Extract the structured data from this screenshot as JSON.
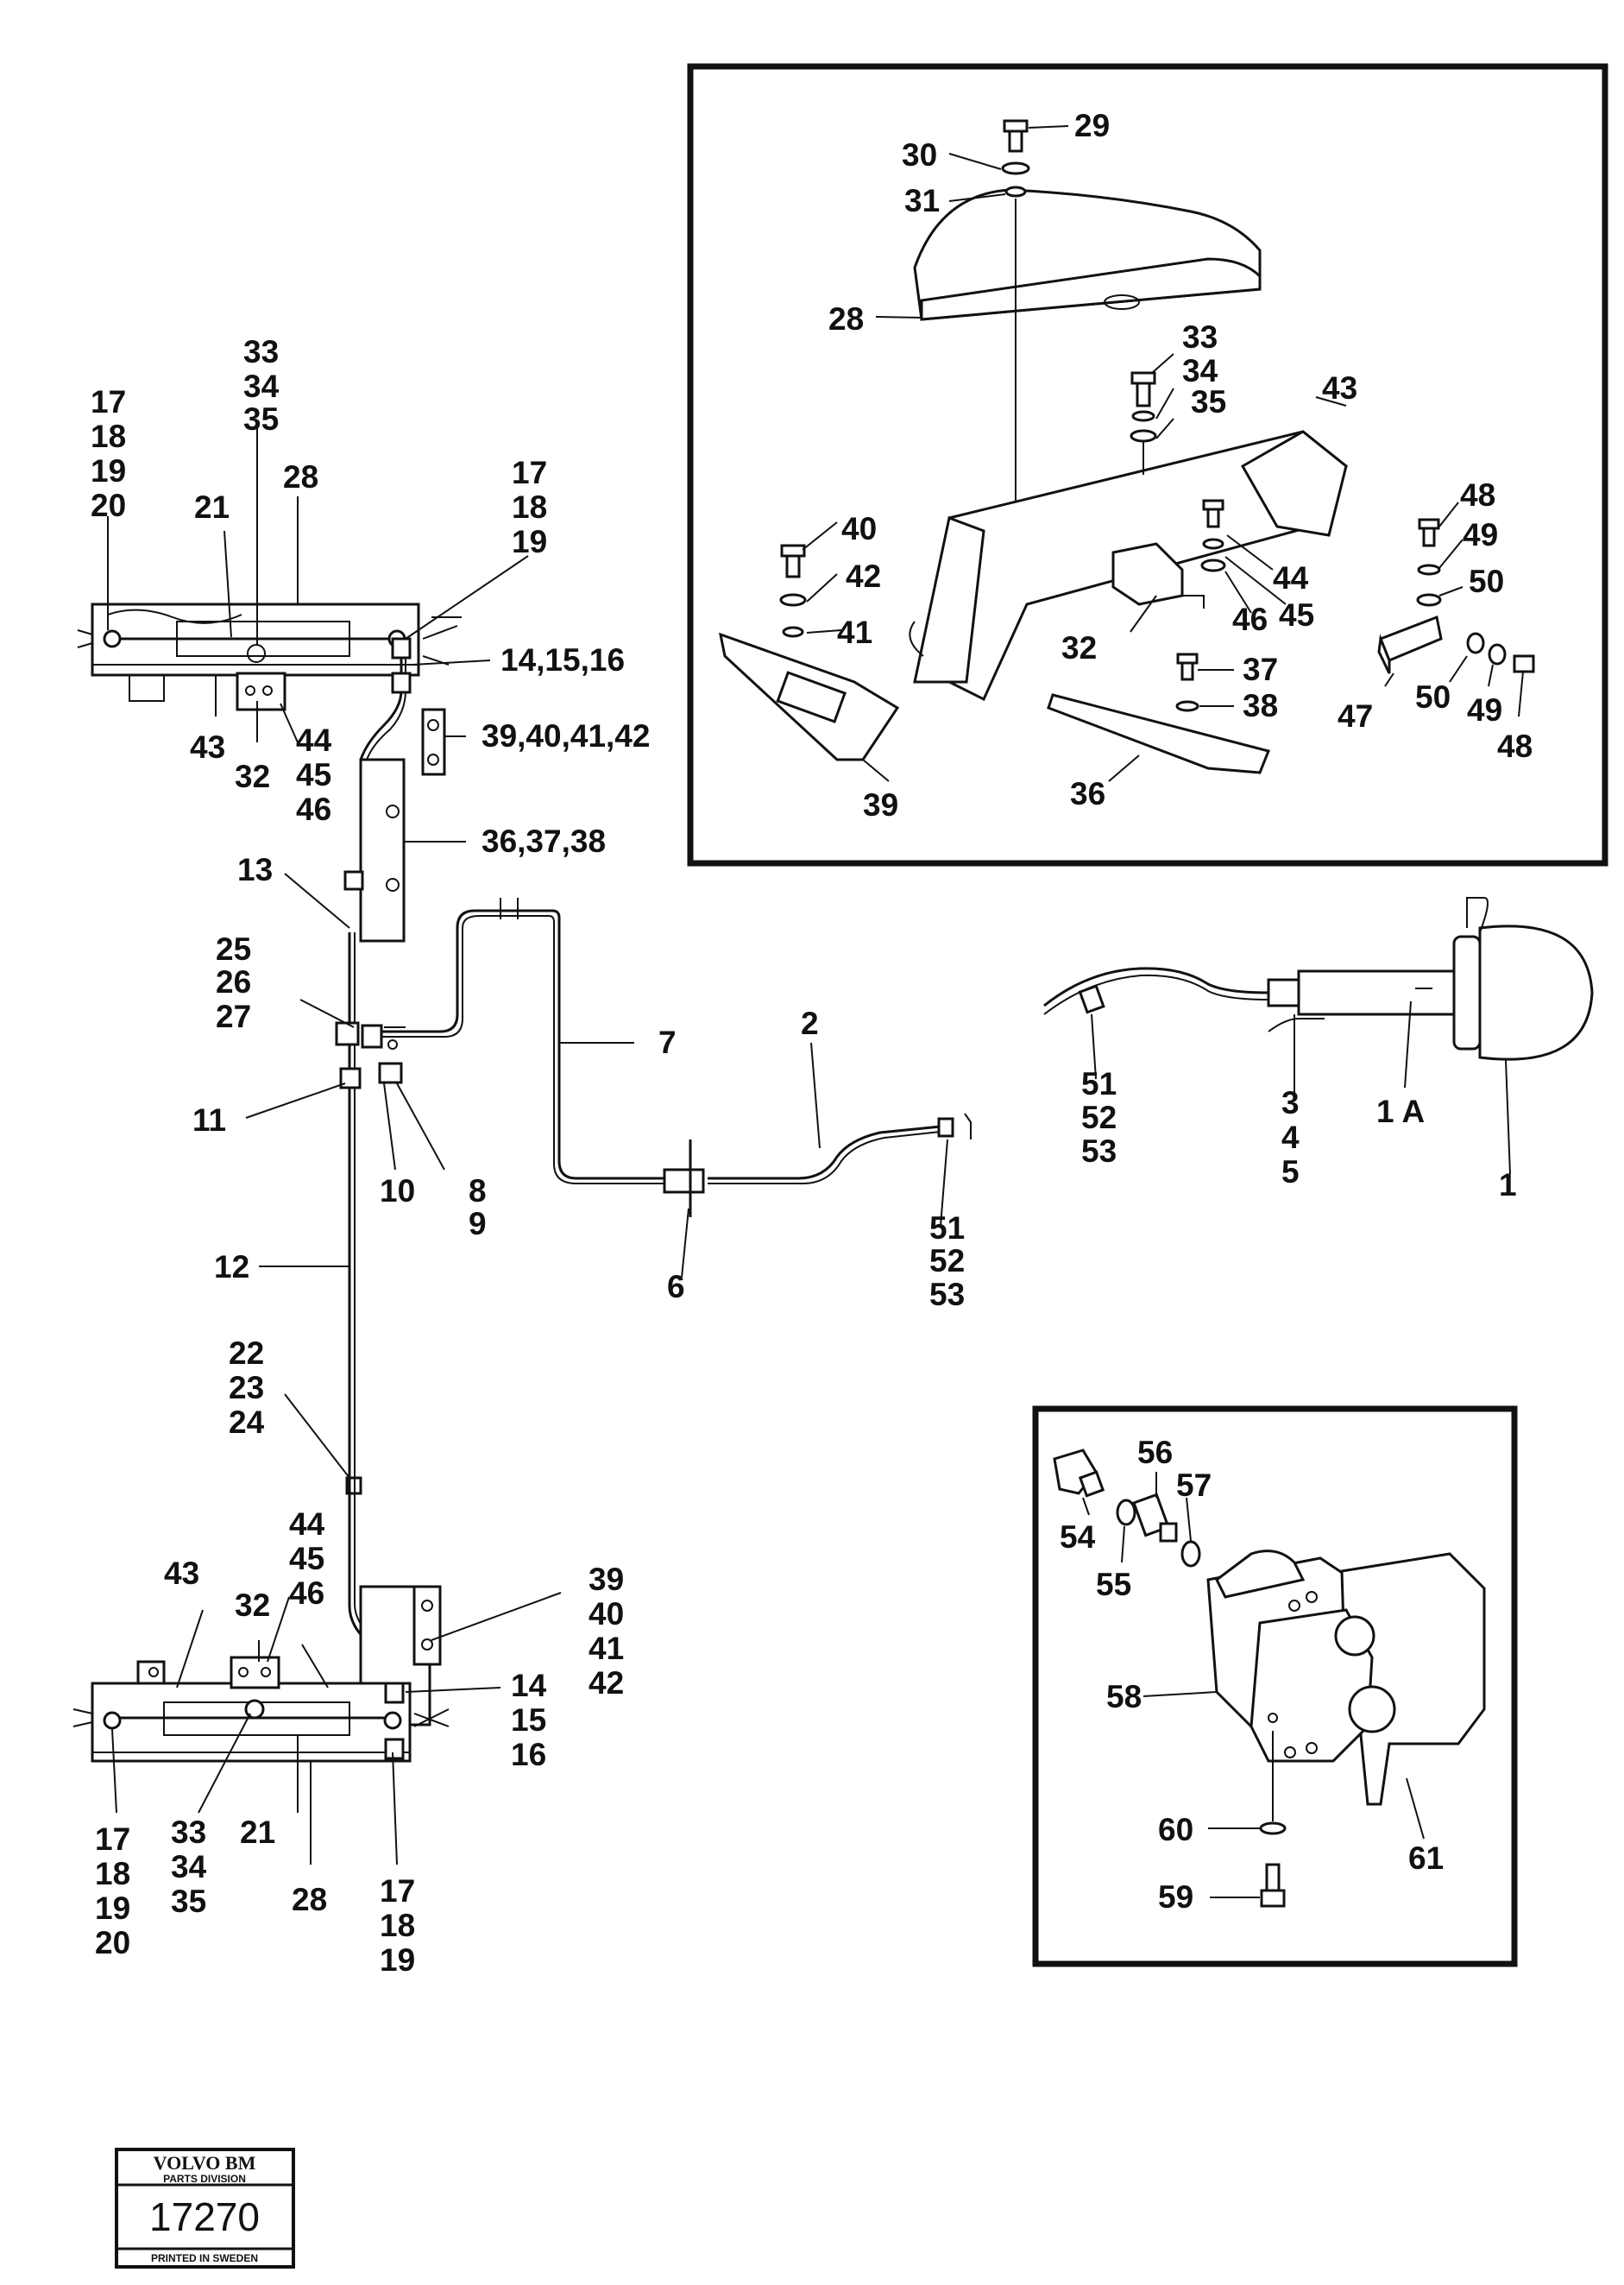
{
  "callouts": {
    "l01": "29",
    "l02": "30",
    "l03": "31",
    "l04": "28",
    "l05": "33",
    "l06": "34",
    "l07": "35",
    "l08": "43",
    "l09": "40",
    "l10": "42",
    "l11": "41",
    "l12": "44",
    "l13": "45",
    "l14": "46",
    "l15": "32",
    "l16": "37",
    "l17": "38",
    "l18": "36",
    "l19": "39",
    "l20": "48",
    "l21": "49",
    "l22": "50",
    "l23": "47",
    "l24": "50",
    "l25": "49",
    "l26": "48",
    "l27": "33",
    "l28": "34",
    "l29": "35",
    "l30": "17",
    "l31": "18",
    "l32": "19",
    "l33": "20",
    "l34": "21",
    "l35": "28",
    "l36": "17",
    "l37": "18",
    "l38": "19",
    "l39": "14,15,16",
    "l40": "39,40,41,42",
    "l41": "43",
    "l42": "32",
    "l43": "44",
    "l44": "45",
    "l45": "46",
    "l46": "36,37,38",
    "l47": "13",
    "l48": "25",
    "l49": "26",
    "l50": "27",
    "l51": "11",
    "l52": "10",
    "l53": "8",
    "l54": "9",
    "l55": "7",
    "l56": "2",
    "l57": "6",
    "l58": "51",
    "l59": "52",
    "l60": "53",
    "l61": "12",
    "l62": "51",
    "l63": "52",
    "l64": "53",
    "l65": "3",
    "l66": "4",
    "l67": "5",
    "l68": "1 A",
    "l69": "1",
    "l70": "22",
    "l71": "23",
    "l72": "24",
    "l73": "44",
    "l74": "45",
    "l75": "46",
    "l76": "43",
    "l77": "32",
    "l78": "39",
    "l79": "40",
    "l80": "41",
    "l81": "42",
    "l82": "14",
    "l83": "15",
    "l84": "16",
    "l85": "17",
    "l86": "18",
    "l87": "19",
    "l88": "20",
    "l89": "33",
    "l90": "34",
    "l91": "35",
    "l92": "21",
    "l93": "28",
    "l94": "17",
    "l95": "18",
    "l96": "19",
    "l97": "56",
    "l98": "57",
    "l99": "54",
    "l100": "55",
    "l101": "58",
    "l102": "60",
    "l103": "59",
    "l104": "61"
  },
  "stamp": {
    "brand": "VOLVO BM",
    "division": "PARTS DIVISION",
    "number": "17270",
    "printed": "PRINTED IN SWEDEN"
  }
}
